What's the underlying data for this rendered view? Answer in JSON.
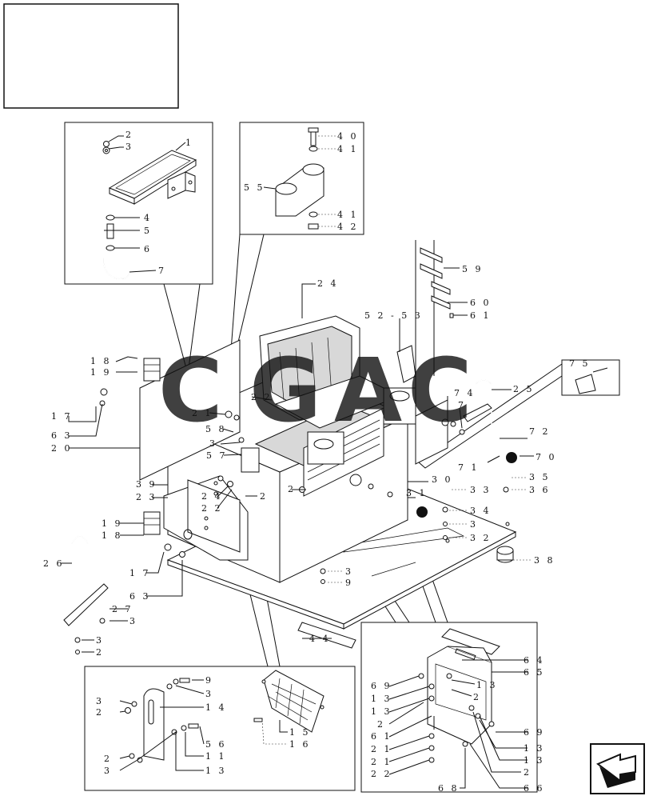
{
  "header_box_text": "",
  "callouts": {
    "c1": "1",
    "c2a": "2",
    "c3a": "3",
    "c4": "4",
    "c5": "5",
    "c6": "6",
    "c7": "7",
    "c40": "4 0",
    "c41a": "4 1",
    "c55": "5 5",
    "c41b": "4 1",
    "c42": "4 2",
    "c24": "2 4",
    "c5253": "5 2 - 5 3",
    "c59": "5 9",
    "c60": "6 0",
    "c61": "6 1",
    "c75": "7 5",
    "c25": "2 5",
    "c74": "7 4",
    "c7b": "7",
    "c72": "7 2",
    "c70": "7 0",
    "c71": "7 1",
    "c18a": "1 8",
    "c19a": "1 9",
    "c17a": "1 7",
    "c63a": "6 3",
    "c20": "2 0",
    "c22a": "2 2",
    "c21a": "2 1",
    "c3b": "3",
    "c57": "5 7",
    "c58": "5 8",
    "c30": "3 0",
    "c31": "3 1",
    "c2b": "2",
    "c33": "3 3",
    "c34": "3 4",
    "c3c": "3",
    "c32": "3 2",
    "c35": "3 5",
    "c36": "3 6",
    "c38": "3 8",
    "c39": "3 9",
    "c23": "2 3",
    "c24b": "2 4",
    "c22b": "2 2",
    "c2c": "2",
    "c19b": "1 9",
    "c18b": "1 8",
    "c17b": "1 7",
    "c63b": "6 3",
    "c26": "2 6",
    "c27": "2 7",
    "c3d": "3",
    "c3e": "3",
    "c2d": "2",
    "c3f": "3",
    "c9a": "9",
    "c44": "4 4",
    "c64": "6 4",
    "c65": "6 5",
    "c69a": "6 9",
    "c13a": "1 3",
    "c13b": "1 3",
    "c2e": "2",
    "c13c": "1 3",
    "c2f": "2",
    "c61b": "6 1",
    "c21b": "2 1",
    "c21c": "2 1",
    "c22c": "2 2",
    "c69b": "6 9",
    "c13d": "1 3",
    "c13e": "1 3",
    "c2g": "2",
    "c66": "6 6",
    "c68": "6 8",
    "c9b": "9",
    "c3g": "3",
    "c3h": "3",
    "c14": "1 4",
    "c2h": "2",
    "c56": "5 6",
    "c11": "1 1",
    "c2i": "2",
    "c3i": "3",
    "c13f": "1 3",
    "c15": "1 5",
    "c16": "1 6"
  },
  "watermark": {
    "letters": [
      "C",
      "G",
      "A",
      "C"
    ],
    "colors": [
      "#3b82f6",
      "#ef4444",
      "#facc15",
      "#10a36a"
    ]
  },
  "nav_icon": "next-page-arrow-icon"
}
